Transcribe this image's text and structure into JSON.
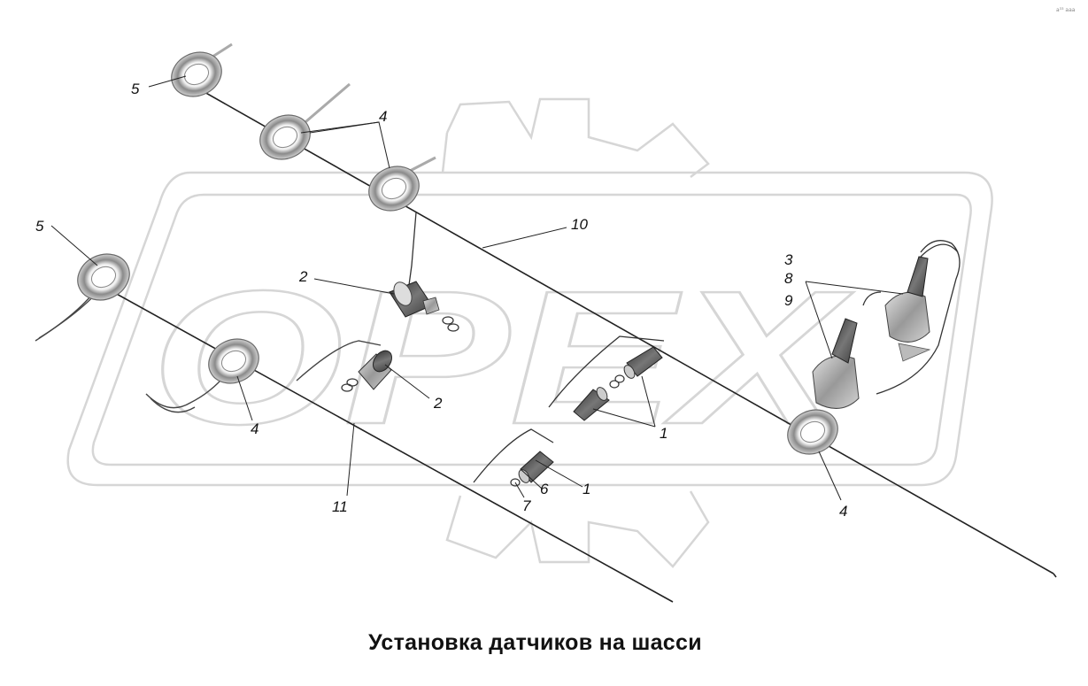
{
  "caption": "Установка датчиков на шасси",
  "corner_mark": "a³³ aaa",
  "watermark": {
    "text": "OPEX",
    "color": "#d6d6d6"
  },
  "callouts": {
    "c1": "1",
    "c1b": "1",
    "c2": "2",
    "c2b": "2",
    "c3": "3",
    "c4": "4",
    "c4b": "4",
    "c4c": "4",
    "c5": "5",
    "c5b": "5",
    "c6": "6",
    "c7": "7",
    "c8": "8",
    "c9": "9",
    "c10": "10",
    "c11": "11"
  },
  "colors": {
    "line": "#222222",
    "part_dark": "#555555",
    "part_light": "#b5b5b5",
    "washer": "#9a9a9a"
  }
}
